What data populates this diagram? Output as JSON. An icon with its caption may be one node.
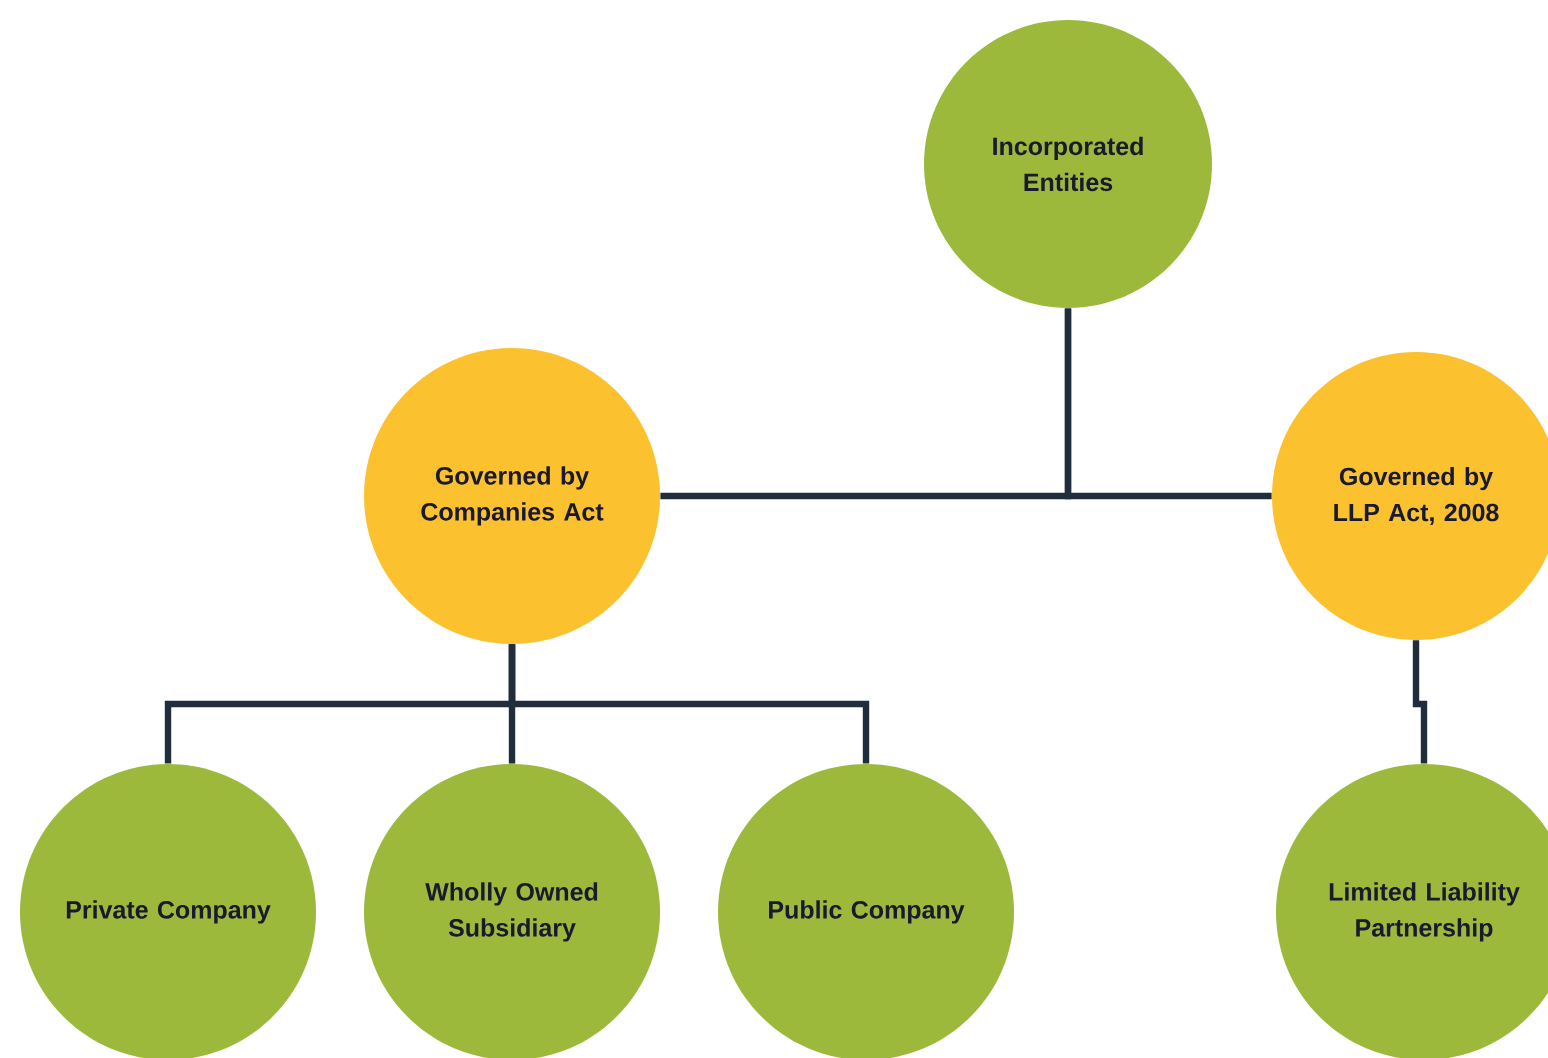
{
  "diagram": {
    "nodes": [
      {
        "text": [
          "Incorporated Entities"
        ]
      },
      {
        "text": [
          "Governed by Companies Act"
        ]
      },
      {
        "text": [
          "Governed by LLP Act, 2008"
        ]
      },
      {
        "text": [
          "Private Company"
        ]
      },
      {
        "text": [
          "Wholly Owned Subsidiary"
        ]
      },
      {
        "text": [
          "Public Company"
        ]
      },
      {
        "text": [
          "Limited Liability Partnership"
        ]
      }
    ],
    "edges": [
      {
        "from": 0,
        "to": 1,
        "arrow": "none"
      },
      {
        "from": 0,
        "to": 2,
        "arrow": "none"
      },
      {
        "from": 1,
        "to": 3,
        "arrow": "none"
      },
      {
        "from": 1,
        "to": 4,
        "arrow": "none"
      },
      {
        "from": 1,
        "to": 5,
        "arrow": "none"
      },
      {
        "from": 2,
        "to": 6,
        "arrow": "none"
      }
    ]
  }
}
